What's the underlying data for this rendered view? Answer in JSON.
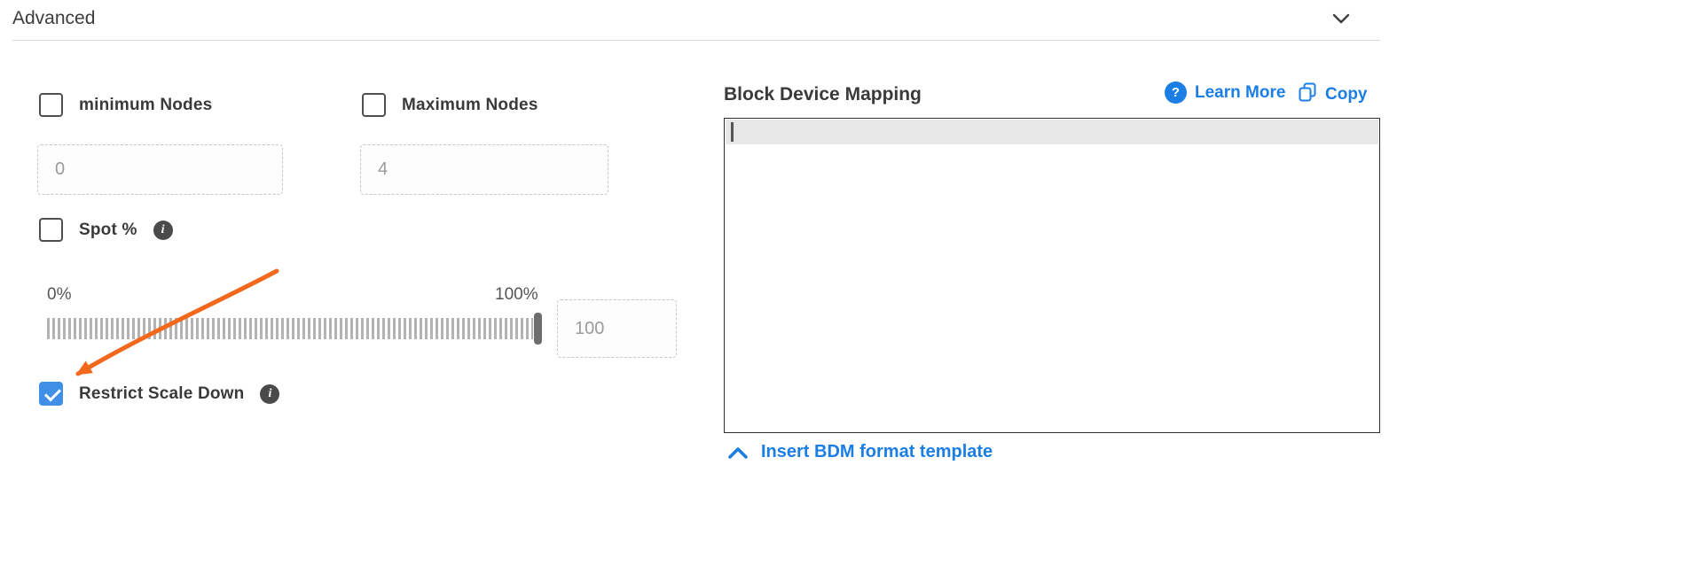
{
  "header": {
    "title": "Advanced"
  },
  "form": {
    "min_nodes": {
      "label": "minimum Nodes",
      "value": "0",
      "checked": false
    },
    "max_nodes": {
      "label": "Maximum Nodes",
      "value": "4",
      "checked": false
    },
    "spot": {
      "label": "Spot %",
      "checked": false
    },
    "slider": {
      "min_label": "0%",
      "max_label": "100%",
      "value": "100",
      "percent": 100
    },
    "restrict_scale_down": {
      "label": "Restrict Scale Down",
      "checked": true
    }
  },
  "bdm": {
    "title": "Block Device Mapping",
    "learn_more_label": "Learn More",
    "copy_label": "Copy",
    "editor_content": "",
    "insert_template_label": "Insert BDM format template"
  },
  "icons": {
    "info": "i",
    "help": "?"
  },
  "colors": {
    "link_blue": "#1b7ee5",
    "checkbox_checked_blue": "#3f8fe6",
    "arrow_orange": "#f2691d"
  }
}
